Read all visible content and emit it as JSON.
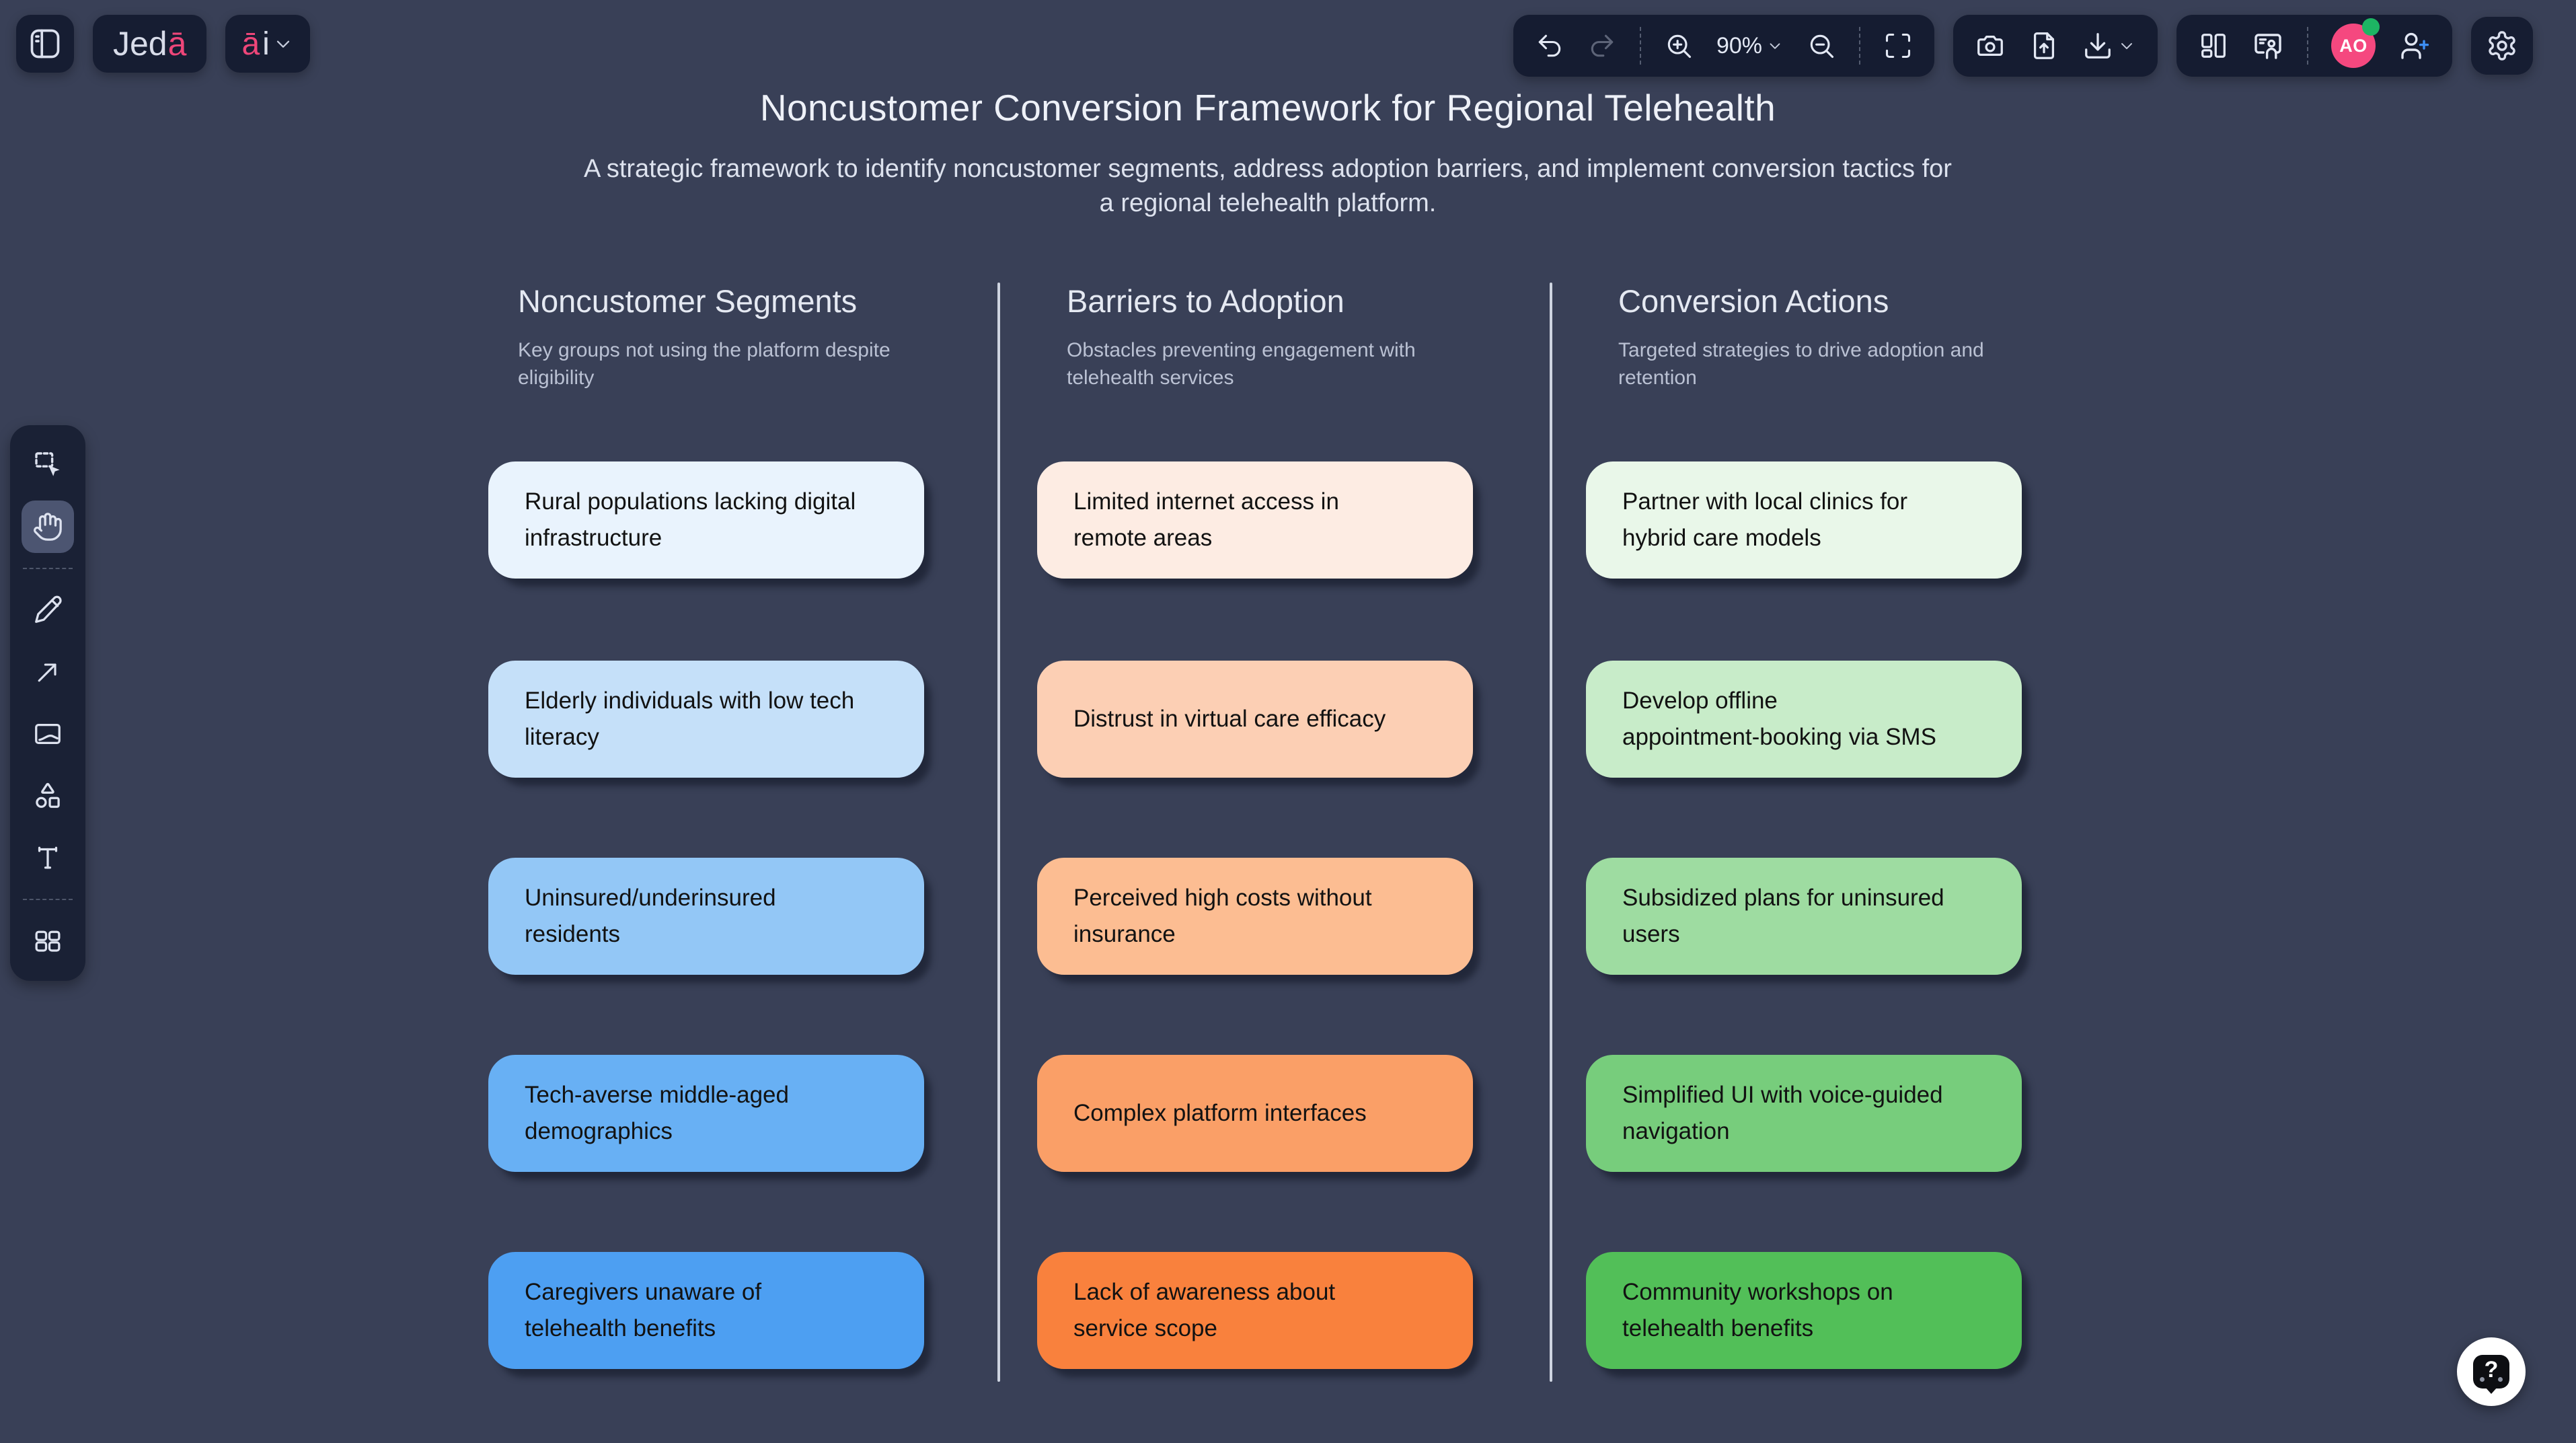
{
  "topbar": {
    "logo": {
      "prefix": "Jed",
      "accent_letter": "ā"
    },
    "ai_menu": {
      "accent_letter": "ā",
      "suffix": "i"
    },
    "zoom_level": "90%",
    "avatar": {
      "initials": "AO",
      "color": "#f5487f",
      "status_color": "#1db563"
    },
    "accent_pink": "#ee4679",
    "userplus_accent": "#3d8ff5"
  },
  "board": {
    "title": "Noncustomer Conversion Framework for Regional Telehealth",
    "subtitle": "A strategic framework to identify noncustomer segments, address adoption barriers, and implement conversion tactics for\na regional telehealth platform."
  },
  "columns": [
    {
      "title": "Noncustomer Segments",
      "description": "Key groups not using the platform despite\neligibility",
      "cards": [
        {
          "label": "Rural populations lacking digital\ninfrastructure",
          "color": "#e9f3fd"
        },
        {
          "label": "Elderly individuals with low tech\nliteracy",
          "color": "#c5e0f9"
        },
        {
          "label": "Uninsured/underinsured\nresidents",
          "color": "#93c7f6"
        },
        {
          "label": "Tech-averse middle-aged\ndemographics",
          "color": "#68b0f4"
        },
        {
          "label": "Caregivers unaware of\ntelehealth benefits",
          "color": "#4d9ff2"
        }
      ]
    },
    {
      "title": "Barriers to Adoption",
      "description": "Obstacles preventing engagement with\ntelehealth services",
      "cards": [
        {
          "label": "Limited internet access in\nremote areas",
          "color": "#fdece3"
        },
        {
          "label": "Distrust in virtual care efficacy",
          "color": "#fccfb4"
        },
        {
          "label": "Perceived high costs without\ninsurance",
          "color": "#fcbd92"
        },
        {
          "label": "Complex platform interfaces",
          "color": "#fa9f67"
        },
        {
          "label": "Lack of awareness about\nservice scope",
          "color": "#f9813d"
        }
      ]
    },
    {
      "title": "Conversion Actions",
      "description": "Targeted strategies to drive adoption and\nretention",
      "cards": [
        {
          "label": "Partner with local clinics for\nhybrid care models",
          "color": "#e9f7e9"
        },
        {
          "label": "Develop offline\nappointment-booking via SMS",
          "color": "#c8ecc9"
        },
        {
          "label": "Subsidized plans for uninsured\nusers",
          "color": "#9edca1"
        },
        {
          "label": "Simplified UI with voice-guided\nnavigation",
          "color": "#77cd7c"
        },
        {
          "label": "Community workshops on\ntelehealth benefits",
          "color": "#52bf58"
        }
      ]
    }
  ],
  "help_button": {
    "glyph": "?"
  }
}
